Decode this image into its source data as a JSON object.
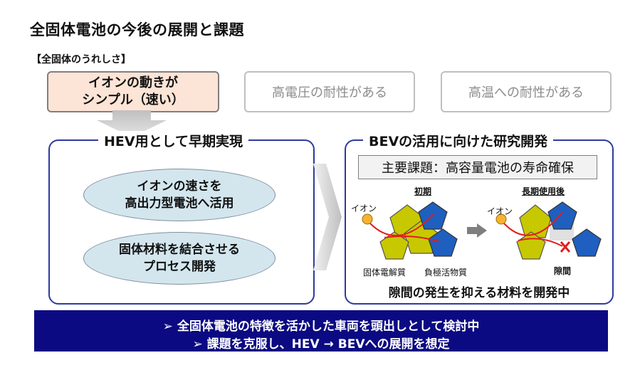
{
  "title": "全固体電池の今後の展開と課題",
  "subhead": "【全固体のうれしさ】",
  "advantages": {
    "a1": "イオンの動きが\nシンプル（速い）",
    "a2": "高電圧の耐性がある",
    "a3": "高温への耐性がある"
  },
  "left_panel": {
    "title": "HEV用として早期実現",
    "e1": "イオンの速さを\n高出力型電池へ活用",
    "e2": "固体材料を結合させる\nプロセス開発"
  },
  "right_panel": {
    "title": "BEVの活用に向けた研究開発",
    "issue": "主要課題：高容量電池の寿命確保",
    "initial": "初期",
    "after": "長期使用後",
    "ion1": "イオン",
    "ion2": "イオン",
    "electrolyte": "固体電解質",
    "active": "負極活物質",
    "gap": "隙間",
    "conclusion": "隙間の発生を抑える材料を開発中"
  },
  "footer": {
    "line1": "➢ 全固体電池の特徴を活かした車両を頭出しとして検討中",
    "line2": "➢ 課題を克服し、HEV → BEVへの展開を想定"
  },
  "colors": {
    "panel_border": "#2f3a9e",
    "footer_bg": "#0b0a82",
    "electrolyte": "#c8c800",
    "active": "#1f5fbf"
  }
}
